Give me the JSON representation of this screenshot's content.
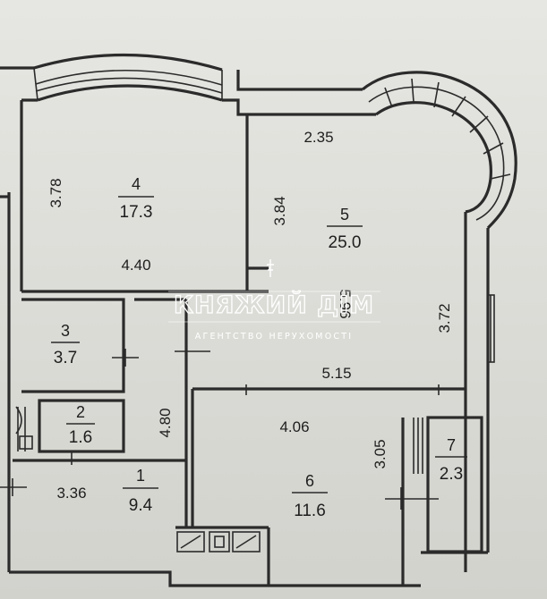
{
  "rooms": [
    {
      "id": "4",
      "number": "4",
      "area": "17.3"
    },
    {
      "id": "5",
      "number": "5",
      "area": "25.0"
    },
    {
      "id": "3",
      "number": "3",
      "area": "3.7"
    },
    {
      "id": "2",
      "number": "2",
      "area": "1.6"
    },
    {
      "id": "1",
      "number": "1",
      "area": "9.4"
    },
    {
      "id": "6",
      "number": "6",
      "area": "11.6"
    },
    {
      "id": "7",
      "number": "7",
      "area": "2.3"
    }
  ],
  "dimensions": {
    "d_378": "3.78",
    "d_440": "4.40",
    "d_235": "2.35",
    "d_384": "3.84",
    "d_372": "3.72",
    "d_515": "5.15",
    "d_480": "4.80",
    "d_336": "3.36",
    "d_406": "4.06",
    "d_305": "3.05",
    "d_596": "5.96"
  },
  "watermark": {
    "name": "КНЯЖИЙ ДІМ",
    "tagline": "АГЕНТСТВО НЕРУХОМОСТІ"
  }
}
